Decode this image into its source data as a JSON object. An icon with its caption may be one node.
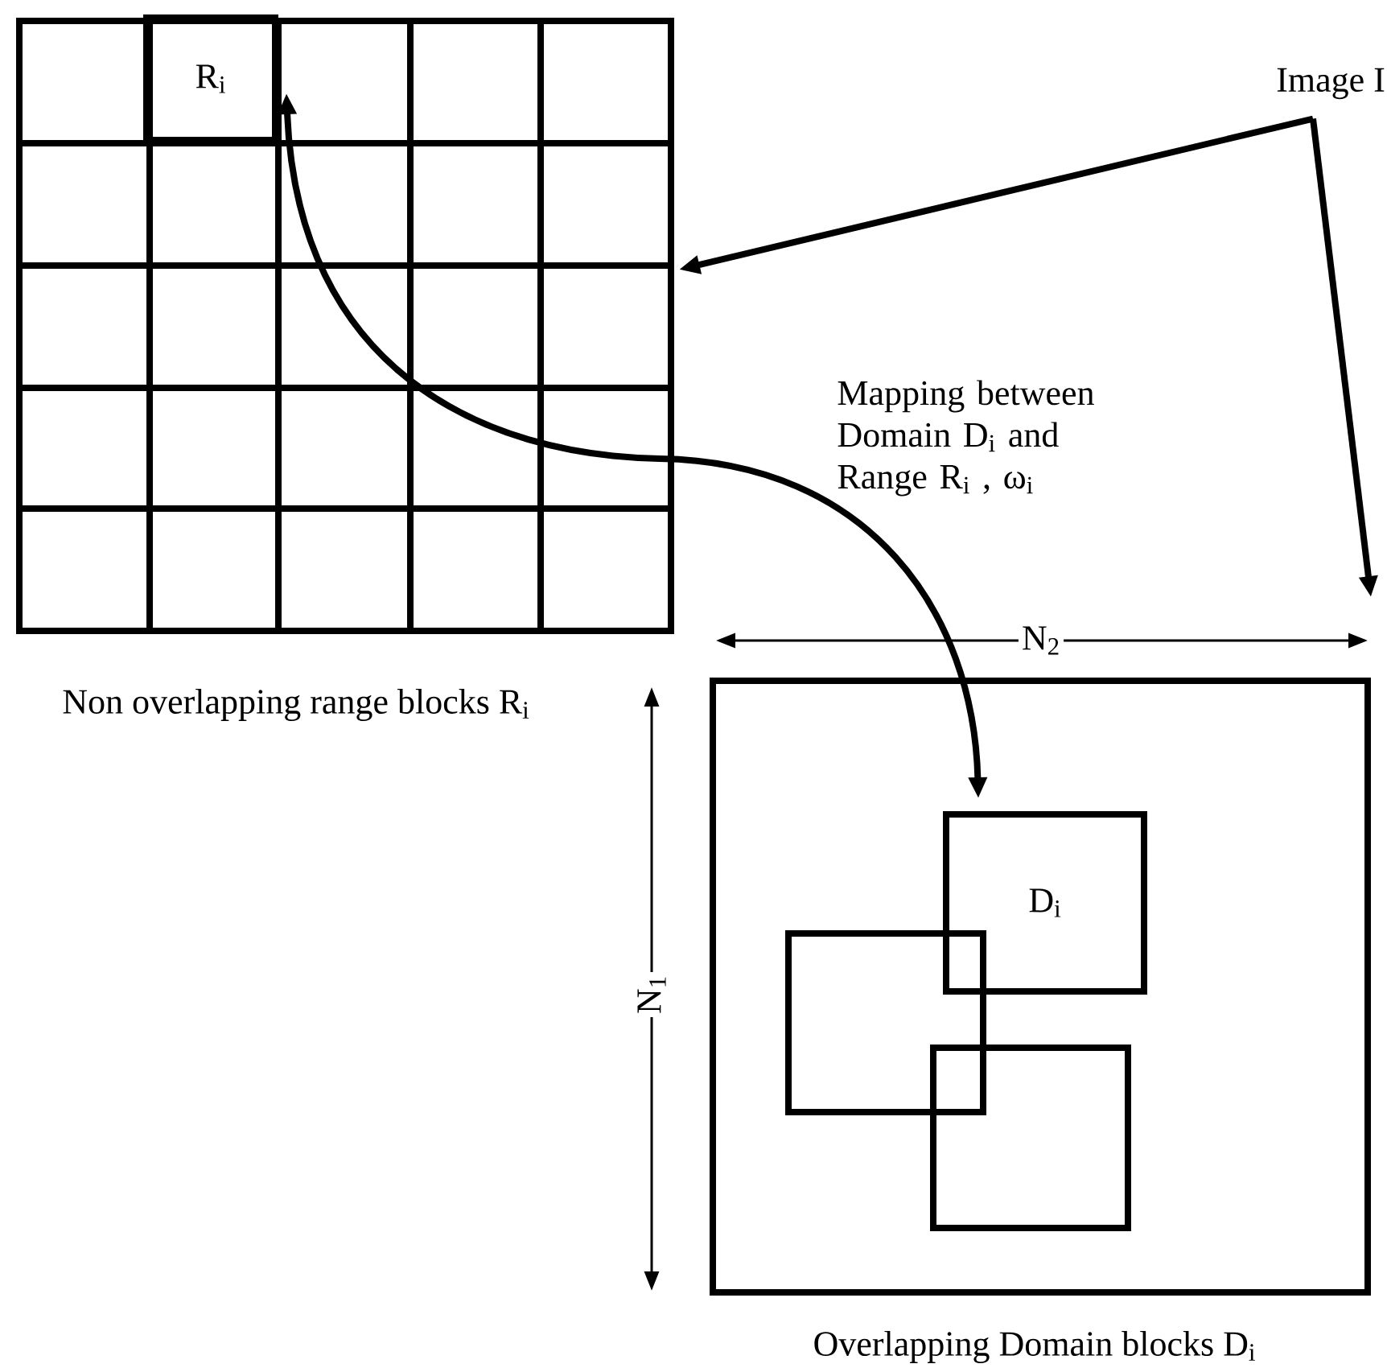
{
  "diagram": {
    "nodes": [
      {
        "text": [],
        "shape": "box",
        "beside": [
          "Non overlapping range blocks R$_{i}$"
        ]
      },
      {
        "text": [
          "R$_{i}$"
        ],
        "in": 0
      },
      {
        "text": [
          "Image I"
        ]
      },
      {
        "text": [],
        "shape": "box",
        "beside": [
          "Overlapping Domain blocks D$_{i}$"
        ]
      },
      {
        "text": [
          "D$_{i}$"
        ],
        "in": 3
      },
      {
        "text": [],
        "shape": "box",
        "in": 3
      },
      {
        "text": [],
        "shape": "box",
        "in": 3
      }
    ],
    "edges": [
      {
        "from": 2,
        "to": 0,
        "arrow": "to"
      },
      {
        "from": 2,
        "to": 3,
        "arrow": "to"
      },
      {
        "from": 1,
        "to": 4,
        "arrow": "both"
      }
    ],
    "labels": [
      "Mapping between Domain D$_{i}$ and Range R$_{i}$ , ω$_{i}$",
      "N$_{2}$",
      "N$_{1}$"
    ]
  }
}
